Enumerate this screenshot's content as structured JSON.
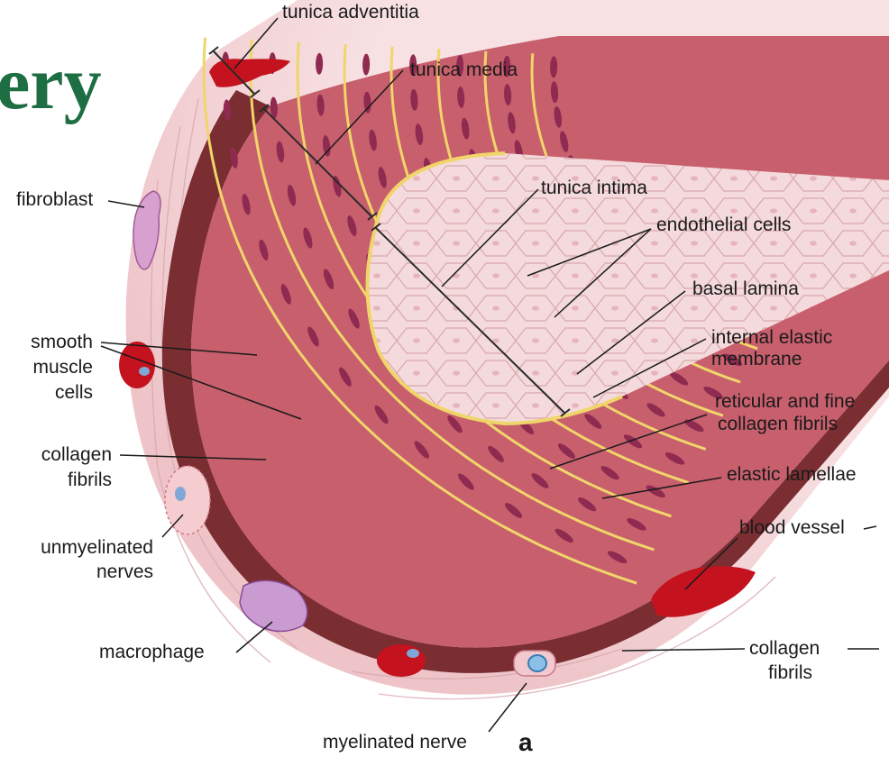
{
  "title_fragment": "ery",
  "panel_letter": "a",
  "labels": {
    "tunica_adventitia": "tunica adventitia",
    "tunica_media": "tunica  media",
    "tunica_intima": "tunica  intima",
    "endothelial_cells": "endothelial cells",
    "basal_lamina": "basal lamina",
    "internal_elastic_membrane": [
      "internal elastic",
      "membrane"
    ],
    "reticular_collagen": [
      "reticular and fine",
      "collagen fibrils"
    ],
    "elastic_lamellae": "elastic lamellae",
    "blood_vessel": "blood vessel",
    "collagen_fibrils_right": [
      "collagen",
      "fibrils"
    ],
    "fibroblast": "fibroblast",
    "smooth_muscle_cells": [
      "smooth",
      "muscle",
      "cells"
    ],
    "collagen_fibrils_left": [
      "collagen",
      "fibrils"
    ],
    "unmyelinated_nerves": [
      "unmyelinated",
      "nerves"
    ],
    "macrophage": "macrophage",
    "myelinated_nerve": "myelinated nerve"
  },
  "colors": {
    "title": "#1e6e44",
    "adventitia": "#f2d3d6",
    "dark_band": "#7a2e32",
    "muscle": "#d0707c",
    "nucleus": "#8f2a50",
    "lamella": "#f0d56a",
    "lumen": "#f5dfe0",
    "blood": "#c4121e"
  }
}
